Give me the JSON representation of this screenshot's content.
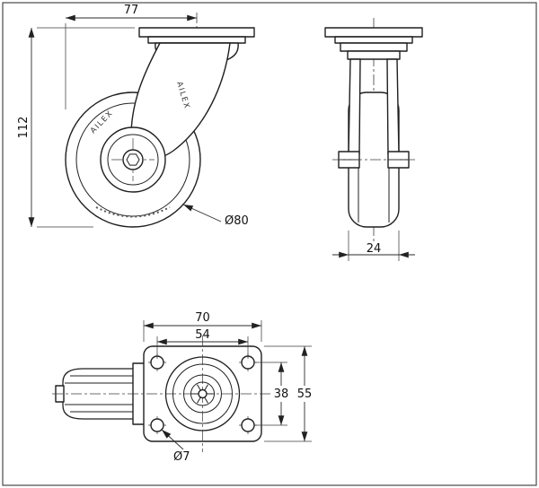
{
  "drawing": {
    "background": "#ffffff",
    "line_color": "#1f1f1f",
    "dimensions": {
      "swivel_offset": "77",
      "overall_height": "112",
      "wheel_diameter": "Ø80",
      "wheel_width": "24",
      "plate_length": "70",
      "bolt_spacing_length": "54",
      "bolt_spacing_width": "38",
      "plate_width": "55",
      "bolt_hole_diameter": "Ø7"
    },
    "branding": {
      "wheel_text": "AILEX",
      "fork_text": "AILEX"
    }
  }
}
